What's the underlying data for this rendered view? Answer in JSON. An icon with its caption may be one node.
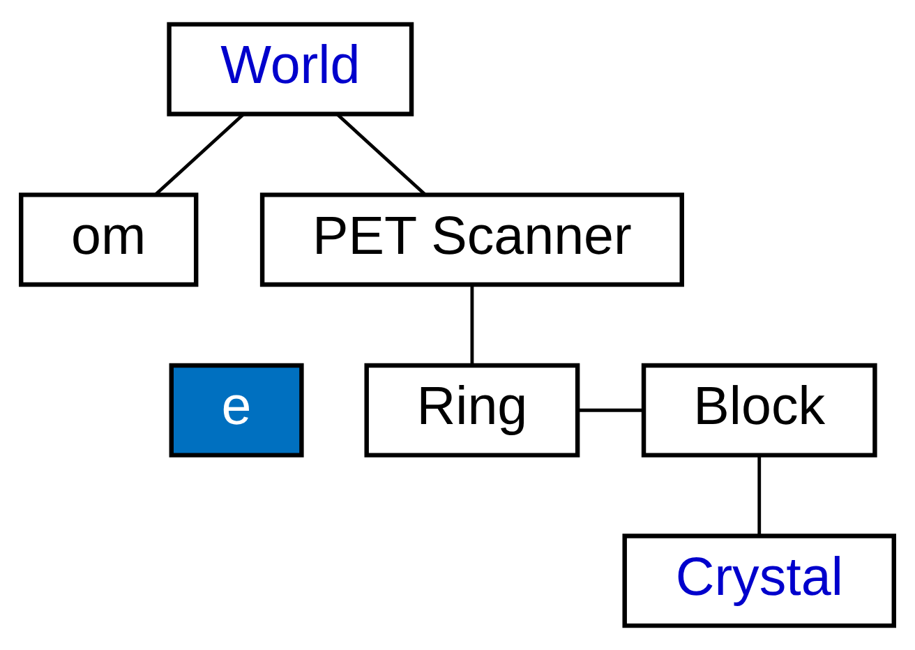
{
  "diagram": {
    "nodes": [
      {
        "text": [
          "World"
        ]
      },
      {
        "text": [
          "om"
        ]
      },
      {
        "text": [
          "PET Scanner"
        ]
      },
      {
        "text": [
          "Ring"
        ]
      },
      {
        "text": [
          "Block"
        ]
      },
      {
        "text": [
          "Crystal"
        ]
      },
      {
        "text": [
          "e"
        ]
      }
    ],
    "edges": [
      {
        "from": 0,
        "to": 1,
        "arrow": "none"
      },
      {
        "from": 0,
        "to": 2,
        "arrow": "none"
      },
      {
        "from": 2,
        "to": 3,
        "arrow": "none"
      },
      {
        "from": 3,
        "to": 4,
        "arrow": "none"
      },
      {
        "from": 4,
        "to": 5,
        "arrow": "none"
      }
    ]
  }
}
